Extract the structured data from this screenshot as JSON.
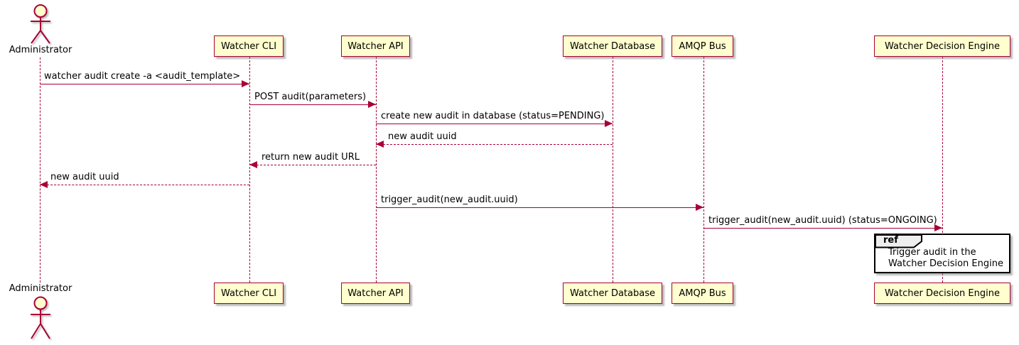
{
  "diagram": {
    "kind": "sequence-diagram",
    "colors": {
      "stroke": "#A80036",
      "participant_fill": "#FEFECE",
      "text": "#000000",
      "ref_border": "#000000",
      "ref_tab_fill": "#EEEEEE"
    },
    "actor": {
      "name": "Administrator"
    },
    "participants": [
      {
        "label": "Watcher CLI"
      },
      {
        "label": "Watcher API"
      },
      {
        "label": "Watcher Database"
      },
      {
        "label": "AMQP Bus"
      },
      {
        "label": "Watcher Decision Engine"
      }
    ],
    "messages": [
      {
        "from": "Administrator",
        "to": "Watcher CLI",
        "line": "solid",
        "label": "watcher audit create -a <audit_template>"
      },
      {
        "from": "Watcher CLI",
        "to": "Watcher API",
        "line": "solid",
        "label": "POST audit(parameters)"
      },
      {
        "from": "Watcher API",
        "to": "Watcher Database",
        "line": "solid",
        "label": "create new audit in database (status=PENDING)"
      },
      {
        "from": "Watcher Database",
        "to": "Watcher API",
        "line": "dashed",
        "label": "new audit uuid"
      },
      {
        "from": "Watcher API",
        "to": "Watcher CLI",
        "line": "dashed",
        "label": "return new audit URL"
      },
      {
        "from": "Watcher CLI",
        "to": "Administrator",
        "line": "dashed",
        "label": "new audit uuid"
      },
      {
        "from": "Watcher API",
        "to": "AMQP Bus",
        "line": "solid",
        "label": "trigger_audit(new_audit.uuid)"
      },
      {
        "from": "AMQP Bus",
        "to": "Watcher Decision Engine",
        "line": "solid",
        "label": "trigger_audit(new_audit.uuid) (status=ONGOING)"
      }
    ],
    "ref": {
      "tag": "ref",
      "line1": "Trigger audit in the",
      "line2": "Watcher Decision Engine"
    }
  }
}
